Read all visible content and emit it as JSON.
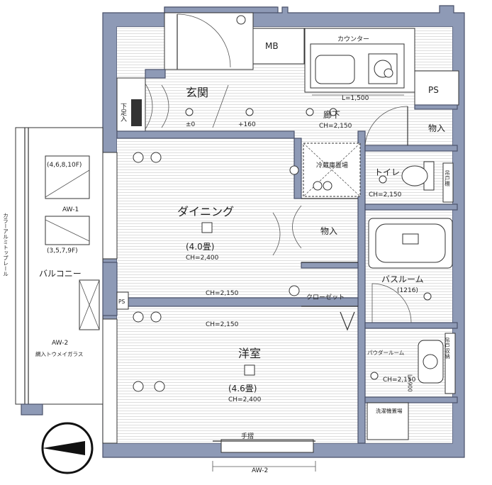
{
  "rooms": {
    "entrance": "玄関",
    "corridor": "廊下",
    "dining": "ダイニング",
    "dining_size": "(4.0畳)",
    "western": "洋室",
    "western_size": "(4.6畳)",
    "toilet": "トイレ",
    "bathroom": "バスルーム",
    "bathroom_size": "(1216)",
    "powder": "パウダールーム",
    "balcony": "バルコニー",
    "closet": "クローゼット",
    "storage1": "物入",
    "storage2": "物入",
    "shoe": "下足入",
    "mb": "MB",
    "ps1": "PS",
    "ps2": "PS",
    "counter": "カウンター",
    "fridge": "冷蔵庫置場",
    "washer": "洗濯機置場",
    "toilet_shelf": "吊戸棚",
    "powder_storage": "吊戸収納",
    "handrail": "手摺",
    "railing": "カラーアルミトップレール",
    "glass": "網入トウメイガラス"
  },
  "dims": {
    "ch_corridor": "CH=2,150",
    "ch_dining": "CH=2,400",
    "ch_a": "CH=2,150",
    "ch_b": "CH=2,150",
    "ch_western": "CH=2,400",
    "ch_toilet": "CH=2,150",
    "ch_powder": "CH=2,150",
    "counter_len": "L=1,500",
    "powder_len": "L=900",
    "level_0": "±0",
    "level_160": "+160"
  },
  "windows": {
    "aw1": "AW-1",
    "aw2_left": "AW-2",
    "aw2_bottom": "AW-2",
    "floors_a": "(4,6,8,10F)",
    "floors_b": "(3,5,7,9F)"
  }
}
